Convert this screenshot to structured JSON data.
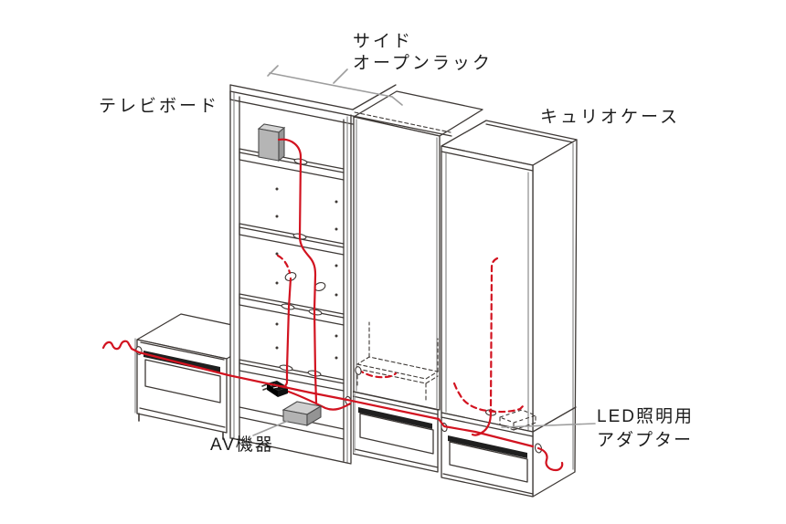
{
  "diagram_title": "furniture-cable-routing-diagram",
  "labels": {
    "tv_board": "テレビボード",
    "side_open_rack": [
      "サイド",
      "オープンラック"
    ],
    "curio_case": "キュリオケース",
    "av_equipment": "AV機器",
    "led_adapter": [
      "LED照明用",
      "アダプター"
    ]
  },
  "colors": {
    "bg": "#ffffff",
    "outline": "#3e3936",
    "outline_grey": "#8d8d8d",
    "cable_red": "#d21320",
    "callout_grey": "#9e9e9e",
    "text": "#1c1c1c",
    "slot_dark": "#1f1f1f",
    "device_top": "#d4d4d4",
    "device_front": "#b5b5b5",
    "device_side": "#979797",
    "strip_dark": "#151515"
  }
}
